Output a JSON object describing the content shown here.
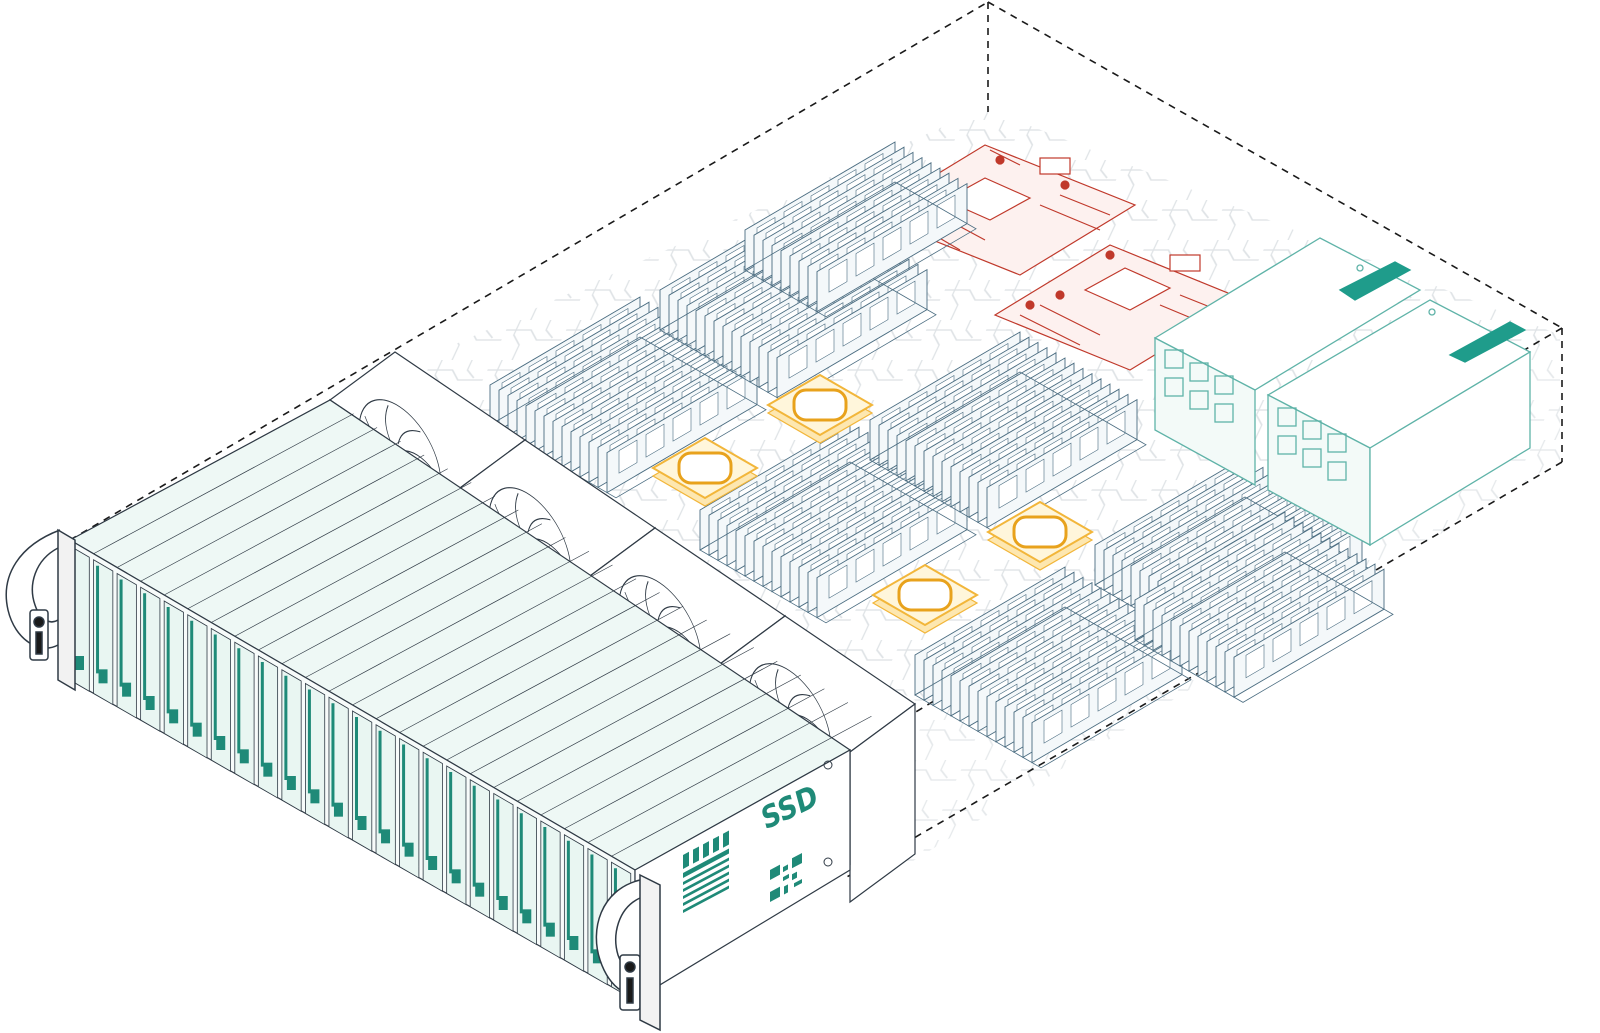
{
  "labels": {
    "ssd_label": "SSD"
  },
  "colors": {
    "outline": "#2f3a45",
    "dashed_box": "#1a1a1a",
    "ssd_teal": "#1f8a78",
    "ssd_fill": "#e9f6f2",
    "ram_stroke": "#4a6c80",
    "ram_fill": "#f4f8fa",
    "cpu_outer": "#f2b63a",
    "cpu_inner": "#e8a21c",
    "cpu_fill": "#fff6db",
    "nic_red": "#c0392b",
    "psu_stroke": "#5fb3a8",
    "psu_accent": "#1f9c8b",
    "board_trace": "#d9dde0"
  },
  "counts": {
    "drive_bays": 24,
    "fans": 4,
    "cpus": 4,
    "nic_cards": 2,
    "psus": 2,
    "dimm_banks": 8
  },
  "icons": [
    "rack-handle-icon",
    "fan-icon",
    "cpu-chip-icon",
    "dimm-module-icon",
    "nic-card-icon",
    "psu-icon",
    "qr-code-icon",
    "barcode-icon"
  ]
}
